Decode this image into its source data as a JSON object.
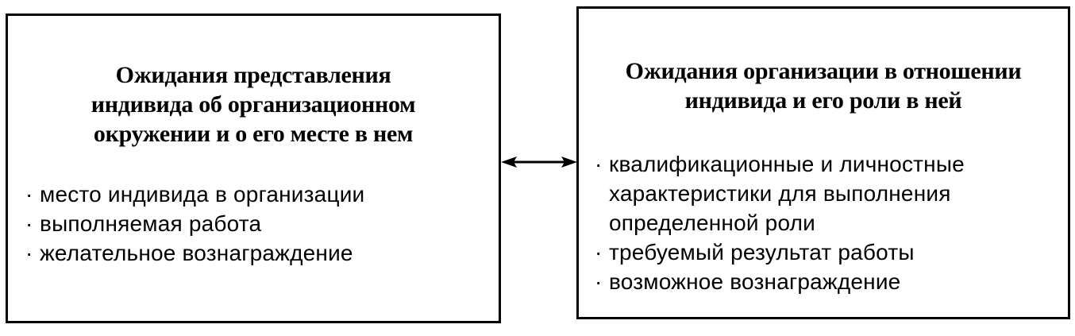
{
  "left_box": {
    "title_lines": [
      "Ожидания  представления",
      "индивида об организационном",
      "окружении и о его месте в нем"
    ],
    "items": [
      {
        "bullet": "·",
        "lines": [
          "место индивида в организации"
        ]
      },
      {
        "bullet": "·",
        "lines": [
          "выполняемая работа"
        ]
      },
      {
        "bullet": "·",
        "lines": [
          "желательное вознаграждение"
        ]
      }
    ]
  },
  "right_box": {
    "title_lines": [
      "Ожидания организации в отношении",
      "индивида и его роли в ней"
    ],
    "items": [
      {
        "bullet": "·",
        "lines": [
          "квалификационные и личностные",
          "характеристики для выполнения",
          "определенной роли"
        ]
      },
      {
        "bullet": "·",
        "lines": [
          "требуемый результат работы"
        ]
      },
      {
        "bullet": "·",
        "lines": [
          "возможное вознаграждение"
        ]
      }
    ]
  },
  "connector": {
    "type": "double-arrow",
    "color": "#000000"
  }
}
